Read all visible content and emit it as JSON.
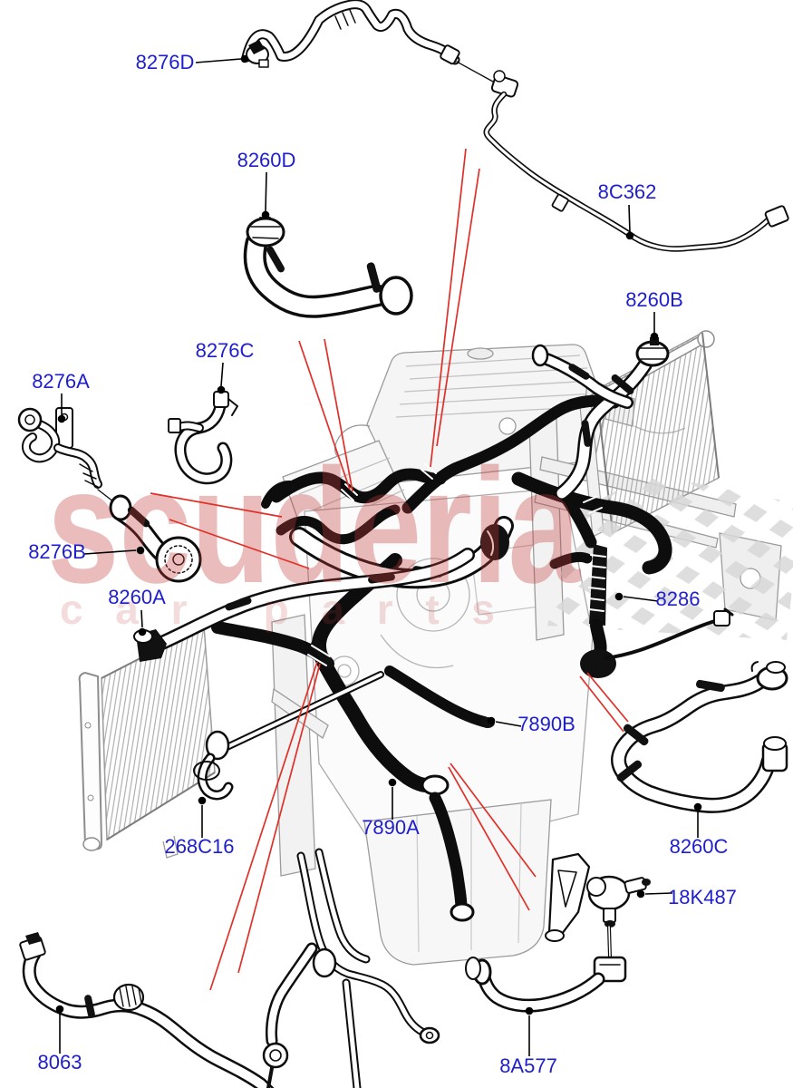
{
  "watermark": {
    "brand": "scuderia",
    "tagline": "car parts"
  },
  "colors": {
    "label_blue": "#1e1ecf",
    "leader_black": "#000000",
    "callout_red": "#e03028",
    "watermark_pink": "rgba(192,60,60,0.34)",
    "checker_gray": "#d8d8d8",
    "engine_gray": "#9b9b9b",
    "line_art": "#0d0d0d",
    "background": "#ffffff"
  },
  "labels": [
    {
      "id": "8276D",
      "text": "8276D"
    },
    {
      "id": "8260D",
      "text": "8260D"
    },
    {
      "id": "8C362",
      "text": "8C362"
    },
    {
      "id": "8260B",
      "text": "8260B"
    },
    {
      "id": "8276C",
      "text": "8276C"
    },
    {
      "id": "8276A",
      "text": "8276A"
    },
    {
      "id": "8276B",
      "text": "8276B"
    },
    {
      "id": "8260A",
      "text": "8260A"
    },
    {
      "id": "8286",
      "text": "8286"
    },
    {
      "id": "7890B",
      "text": "7890B"
    },
    {
      "id": "7890A",
      "text": "7890A"
    },
    {
      "id": "268C16",
      "text": "268C16"
    },
    {
      "id": "8063",
      "text": "8063"
    },
    {
      "id": "8A577",
      "text": "8A577"
    },
    {
      "id": "18K487",
      "text": "18K487"
    },
    {
      "id": "8260C",
      "text": "8260C"
    }
  ]
}
